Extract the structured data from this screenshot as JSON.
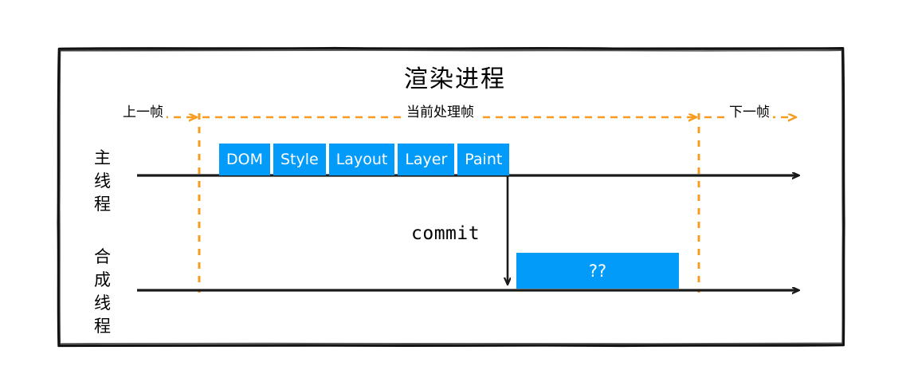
{
  "diagram": {
    "title": "渲染进程",
    "colors": {
      "box_blue": "#039bfa",
      "frame_orange": "#f89c20",
      "line_black": "#1a1a1a",
      "border_black": "#111111",
      "background": "#ffffff"
    },
    "frame_spans": {
      "previous": "上一帧",
      "current": "当前处理帧",
      "next": "下一帧"
    },
    "threads": [
      {
        "name": "main",
        "label": "主线程"
      },
      {
        "name": "compositor",
        "label": "合成线程"
      }
    ],
    "main_thread_stages": [
      {
        "label": "DOM"
      },
      {
        "label": "Style"
      },
      {
        "label": "Layout"
      },
      {
        "label": "Layer"
      },
      {
        "label": "Paint"
      }
    ],
    "commit": {
      "label": "commit"
    },
    "compositor_task": {
      "label": "??"
    }
  }
}
